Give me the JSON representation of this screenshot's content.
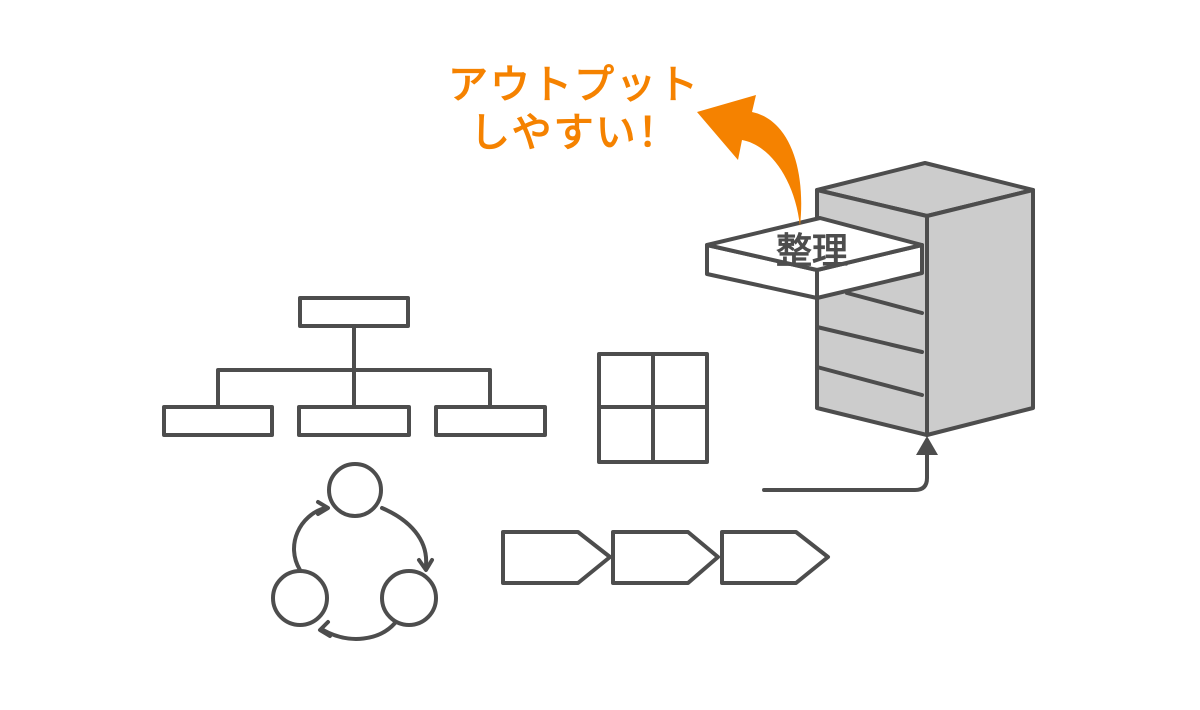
{
  "callout": {
    "line1": "アウトプット",
    "line2": "しやすい！"
  },
  "drawer_label": "整理",
  "colors": {
    "accent": "#f58200",
    "stroke": "#4d4d4d",
    "cabinet": "#cccccc"
  }
}
